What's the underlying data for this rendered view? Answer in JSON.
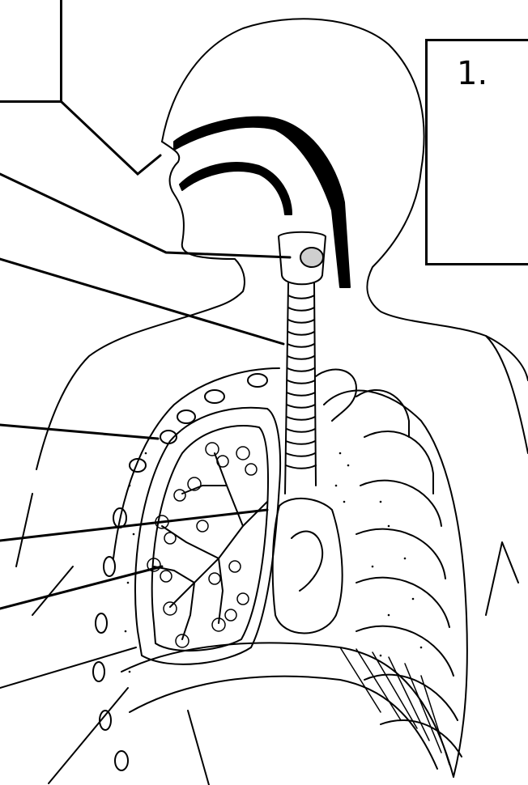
{
  "diagram": {
    "subject": "respiratory-system",
    "labels": [
      {
        "id": "box-top-left",
        "number": ""
      },
      {
        "id": "box-top-right",
        "number": "1."
      }
    ],
    "colors": {
      "ink": "#000000",
      "paper": "#ffffff"
    }
  }
}
